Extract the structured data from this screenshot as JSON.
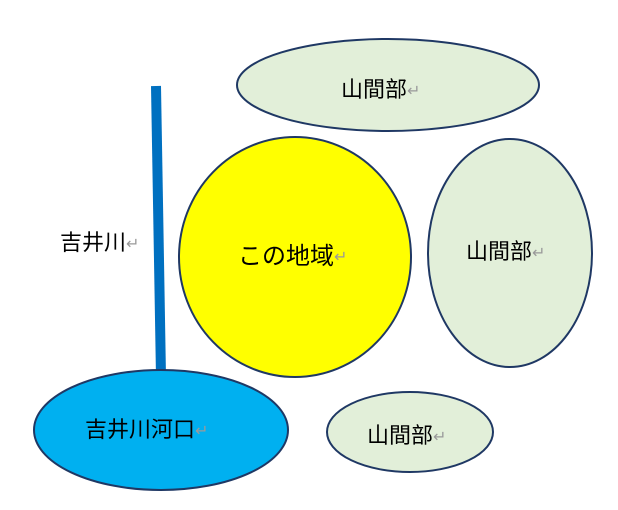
{
  "colors": {
    "area": "#ffff00",
    "mountain": "#e2efd9",
    "estuary": "#00b0f0",
    "river": "#0070c0",
    "outline": "#1f3864"
  },
  "return_mark": "↵",
  "labels": {
    "mountain_top": "山間部",
    "mountain_right": "山間部",
    "mountain_bottom": "山間部",
    "this_area": "この地域",
    "river": "吉井川",
    "river_mouth": "吉井川河口"
  }
}
